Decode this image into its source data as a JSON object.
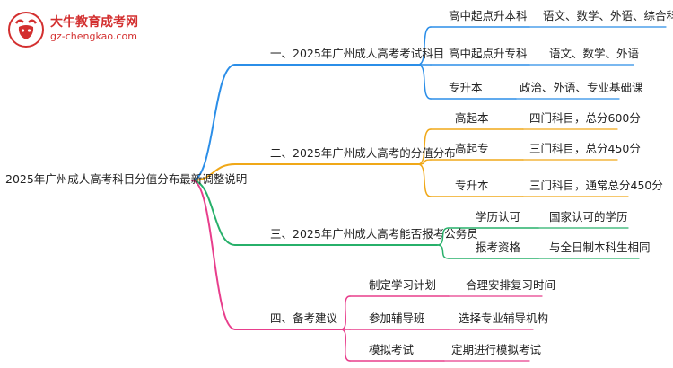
{
  "logo": {
    "name": "大牛教育成考网",
    "url": "gz-chengkao.com",
    "color": "#d32f2f"
  },
  "root": {
    "label": "2025年广州成人高考科目分值分布最新调整说明"
  },
  "branches": [
    {
      "label": "一、2025年广州成人高考考试科目",
      "color": "#2b8ee8",
      "children": [
        {
          "label": "高中起点升本科",
          "leaf": "语文、数学、外语、综合科目"
        },
        {
          "label": "高中起点升专科",
          "leaf": "语文、数学、外语"
        },
        {
          "label": "专升本",
          "leaf": "政治、外语、专业基础课"
        }
      ]
    },
    {
      "label": "二、2025年广州成人高考的分值分布",
      "color": "#f0a818",
      "children": [
        {
          "label": "高起本",
          "leaf": "四门科目，总分600分"
        },
        {
          "label": "高起专",
          "leaf": "三门科目，总分450分"
        },
        {
          "label": "专升本",
          "leaf": "三门科目，通常总分450分"
        }
      ]
    },
    {
      "label": "三、2025年广州成人高考能否报考公务员",
      "color": "#27b06a",
      "children": [
        {
          "label": "学历认可",
          "leaf": "国家认可的学历"
        },
        {
          "label": "报考资格",
          "leaf": "与全日制本科生相同"
        }
      ]
    },
    {
      "label": "四、备考建议",
      "color": "#e83e8c",
      "children": [
        {
          "label": "制定学习计划",
          "leaf": "合理安排复习时间"
        },
        {
          "label": "参加辅导班",
          "leaf": "选择专业辅导机构"
        },
        {
          "label": "模拟考试",
          "leaf": "定期进行模拟考试"
        }
      ]
    }
  ]
}
